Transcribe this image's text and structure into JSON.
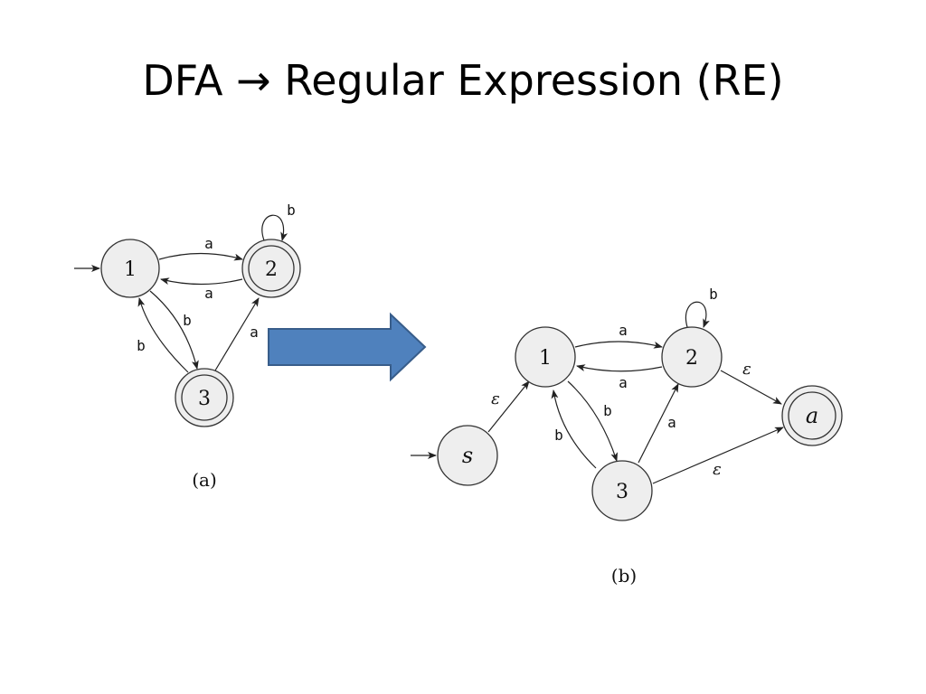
{
  "slide": {
    "title": "DFA → Regular Expression (RE)"
  },
  "diagram_a": {
    "caption": "(a)",
    "states": [
      "1",
      "2",
      "3"
    ],
    "edges": {
      "e12": "a",
      "e21": "a",
      "e13": "b",
      "e31": "b",
      "e32": "a",
      "e22": "b"
    }
  },
  "diagram_b": {
    "caption": "(b)",
    "states": [
      "s",
      "1",
      "2",
      "3",
      "a"
    ],
    "edges": {
      "es1": "ε",
      "e12": "a",
      "e21": "a",
      "e13": "b",
      "e31": "b",
      "e32": "a",
      "e22": "b",
      "e2a": "ε",
      "e3a": "ε"
    }
  },
  "colors": {
    "arrow_fill": "#4f81bd",
    "arrow_stroke": "#385d8a",
    "state_fill": "#eeeeee"
  }
}
